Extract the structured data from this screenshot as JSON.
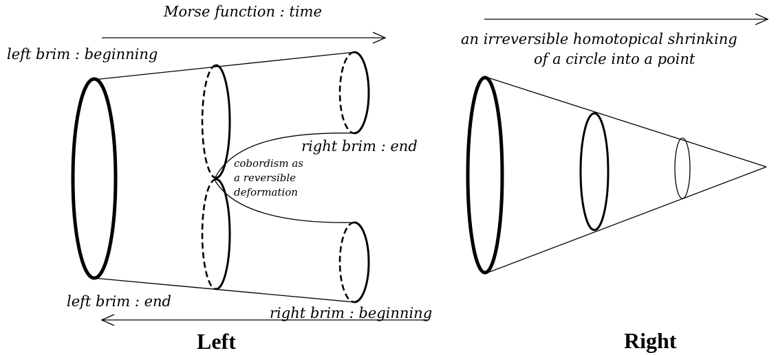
{
  "left": {
    "caption": "Left",
    "top_arrow_label": "Morse function : time",
    "labels": {
      "left_brim_beginning": "left brim : beginning",
      "left_brim_end": "left brim : end",
      "right_brim_end": "right brim : end",
      "right_brim_beginning": "right brim : beginning"
    },
    "cobordism_note": [
      "cobordism as",
      "a reversible",
      "deformation"
    ]
  },
  "right": {
    "caption": "Right",
    "arrow_label_lines": [
      "an irreversible homotopical shrinking",
      "of a circle into a point"
    ]
  }
}
